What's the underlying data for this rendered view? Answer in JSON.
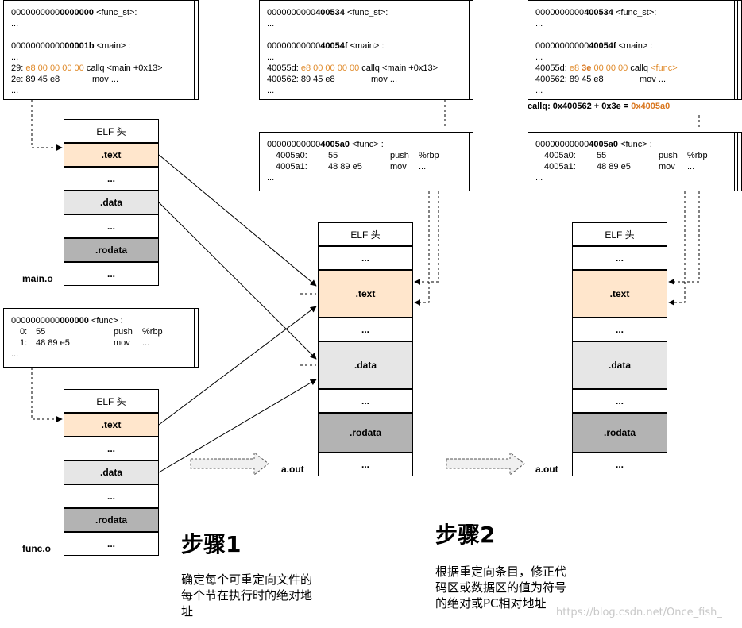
{
  "code_boxes": {
    "main_o": {
      "lines": [
        {
          "pre": "0000000000",
          "bold": "0000000",
          "post": " <func_st>:"
        },
        {
          "plain": "..."
        },
        {
          "plain": ""
        },
        {
          "pre": "00000000000",
          "bold": "00001b",
          "post": " <main> :"
        },
        {
          "plain": "..."
        },
        {
          "addr": "29:",
          "bytes": "e8 00 00 00 00",
          "mn": "callq <main +0x13>"
        },
        {
          "addr": "2e:",
          "bytes_plain": "89 45 e8",
          "mn": "mov ..."
        },
        {
          "plain": "..."
        }
      ]
    },
    "func_o": {
      "header": {
        "pre": "0000000000",
        "bold": "000000",
        "post": " <func> :"
      },
      "rows": [
        {
          "addr": "0:",
          "bytes": "55",
          "mn": "push",
          "op": "%rbp"
        },
        {
          "addr": "1:",
          "bytes": "48 89 e5",
          "mn": "mov",
          "op": "..."
        }
      ],
      "tail": "..."
    },
    "step1_main": {
      "lines": [
        {
          "pre": "0000000000",
          "bold": "400534",
          "post": " <func_st>:"
        },
        {
          "plain": "..."
        },
        {
          "plain": ""
        },
        {
          "pre": "00000000000",
          "bold": "40054f",
          "post": " <main> :"
        },
        {
          "plain": "..."
        },
        {
          "addr": "40055d:",
          "bytes": "e8 00 00 00 00",
          "mn": "callq <main +0x13>"
        },
        {
          "addr": "400562:",
          "bytes_plain": "89 45 e8",
          "mn": "mov ..."
        },
        {
          "plain": "..."
        }
      ]
    },
    "step1_func": {
      "header": {
        "pre": "00000000000",
        "bold": "4005a0",
        "post": " <func> :"
      },
      "rows": [
        {
          "addr": "4005a0:",
          "bytes": "55",
          "mn": "push",
          "op": "%rbp"
        },
        {
          "addr": "4005a1:",
          "bytes": "48 89 e5",
          "mn": "mov",
          "op": "..."
        }
      ],
      "tail": "..."
    },
    "step2_main": {
      "lines": [
        {
          "pre": "0000000000",
          "bold": "400534",
          "post": " <func_st>:"
        },
        {
          "plain": "..."
        },
        {
          "plain": ""
        },
        {
          "pre": "00000000000",
          "bold": "40054f",
          "post": " <main> :"
        },
        {
          "plain": "..."
        },
        {
          "addr": "40055d:",
          "bytes_a": "e8",
          "bytes_b": "3e",
          "bytes_c": "00 00 00",
          "mn": "callq",
          "mn_or": "<func>"
        },
        {
          "addr": "400562:",
          "bytes_plain": "89 45 e8",
          "mn": "mov ..."
        },
        {
          "plain": "..."
        }
      ]
    },
    "step2_func": {
      "header": {
        "pre": "00000000000",
        "bold": "4005a0",
        "post": " <func> :"
      },
      "rows": [
        {
          "addr": "4005a0:",
          "bytes": "55",
          "mn": "push",
          "op": "%rbp"
        },
        {
          "addr": "4005a1:",
          "bytes": "48 89 e5",
          "mn": "mov",
          "op": "..."
        }
      ],
      "tail": "..."
    }
  },
  "callq_note": {
    "text": "callq: 0x400562 + 0x3e = ",
    "result": "0x4005a0"
  },
  "stacks": {
    "main_o": [
      "ELF 头",
      ".text",
      "...",
      ".data",
      "...",
      ".rodata",
      "..."
    ],
    "func_o": [
      "ELF 头",
      ".text",
      "...",
      ".data",
      "...",
      ".rodata",
      "..."
    ],
    "aout1": [
      "ELF 头",
      "...",
      ".text",
      "...",
      ".data",
      "...",
      ".rodata",
      "..."
    ],
    "aout2": [
      "ELF 头",
      "...",
      ".text",
      "...",
      ".data",
      "...",
      ".rodata",
      "..."
    ]
  },
  "labels": {
    "main_o": "main.o",
    "func_o": "func.o",
    "aout1": "a.out",
    "aout2": "a.out"
  },
  "steps": {
    "step1_title": "步骤1",
    "step1_desc": [
      "确定每个可重定向文件的",
      "每个节在执行时的绝对地",
      "址"
    ],
    "step2_title": "步骤2",
    "step2_desc": [
      "根据重定向条目，修正代",
      "码区或数据区的值为符号",
      "的绝对或PC相对地址"
    ]
  },
  "watermark": "https://blog.csdn.net/Once_fish_",
  "colors": {
    "text_section": "#ffe6cc",
    "data_section": "#e6e6e6",
    "rodata_section": "#b3b3b3",
    "accent": "#d9761e"
  }
}
